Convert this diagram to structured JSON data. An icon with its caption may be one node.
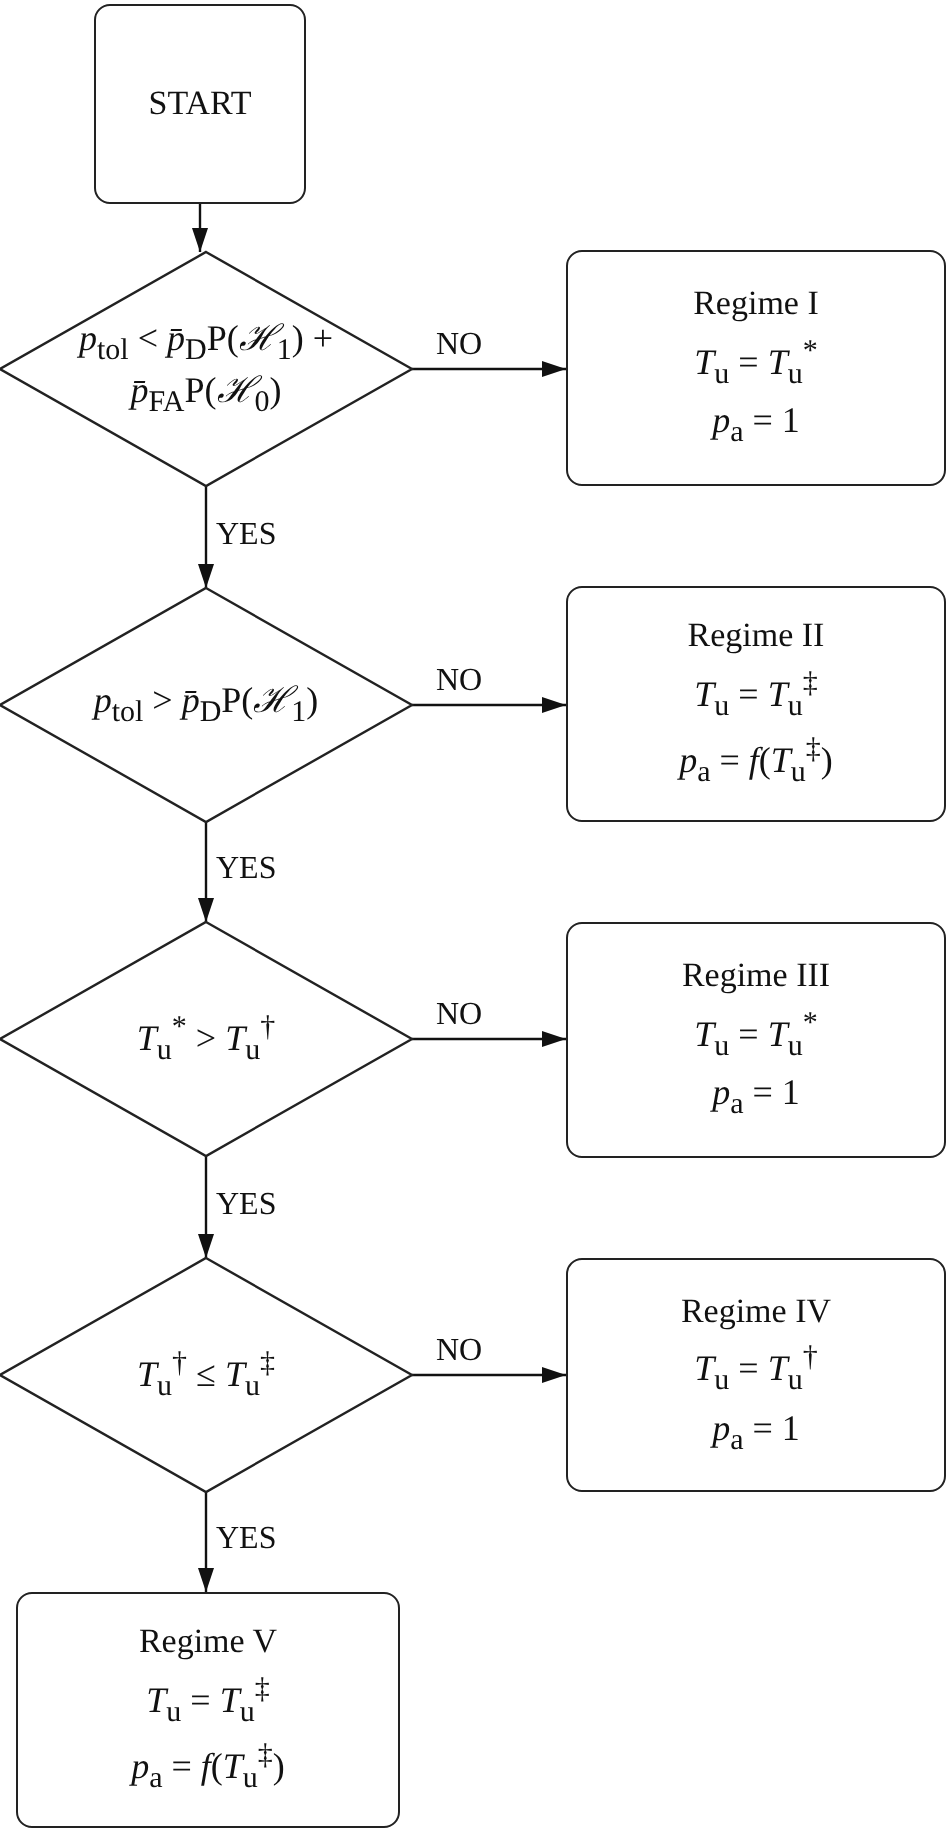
{
  "diagram": {
    "nodes": [
      {
        "text": [
          "START"
        ]
      },
      {
        "text": [
          "*p*$_{tol}$ < *p̄*$_{D}$P(*ℋ*$_{1}$) + *p̄*$_{FA}$P(*ℋ*$_{0}$)"
        ]
      },
      {
        "text": [
          "Regime I",
          "*T*$_{u}$ = *T*$_{u}$$^{*}$",
          "*p*$_{a}$ = 1"
        ]
      },
      {
        "text": [
          "*p*$_{tol}$ > *p̄*$_{D}$P(*ℋ*$_{1}$)"
        ]
      },
      {
        "text": [
          "Regime II",
          "*T*$_{u}$ = *T*$_{u}$$^{‡}$",
          "*p*$_{a}$ = *f*(*T*$_{u}$$^{‡}$)"
        ]
      },
      {
        "text": [
          "*T*$_{u}$$^{*}$ > *T*$_{u}$$^{†}$"
        ]
      },
      {
        "text": [
          "Regime III",
          "*T*$_{u}$ = *T*$_{u}$$^{*}$",
          "*p*$_{a}$ = 1"
        ]
      },
      {
        "text": [
          "*T*$_{u}$$^{†}$ ≤ *T*$_{u}$$^{‡}$"
        ]
      },
      {
        "text": [
          "Regime IV",
          "*T*$_{u}$ = *T*$_{u}$$^{†}$",
          "*p*$_{a}$ = 1"
        ]
      },
      {
        "text": [
          "Regime V",
          "*T*$_{u}$ = *T*$_{u}$$^{‡}$",
          "*p*$_{a}$ = *f*(*T*$_{u}$$^{‡}$)"
        ]
      }
    ],
    "edges": [
      {
        "from": 0,
        "to": 1,
        "arrow": "to"
      },
      {
        "from": 1,
        "to": 2,
        "arrow": "to",
        "label": "NO"
      },
      {
        "from": 1,
        "to": 3,
        "arrow": "to",
        "label": "YES"
      },
      {
        "from": 3,
        "to": 4,
        "arrow": "to",
        "label": "NO"
      },
      {
        "from": 3,
        "to": 5,
        "arrow": "to",
        "label": "YES"
      },
      {
        "from": 5,
        "to": 6,
        "arrow": "to",
        "label": "NO"
      },
      {
        "from": 5,
        "to": 7,
        "arrow": "to",
        "label": "YES"
      },
      {
        "from": 7,
        "to": 8,
        "arrow": "to",
        "label": "NO"
      },
      {
        "from": 7,
        "to": 9,
        "arrow": "to",
        "label": "YES"
      }
    ]
  }
}
